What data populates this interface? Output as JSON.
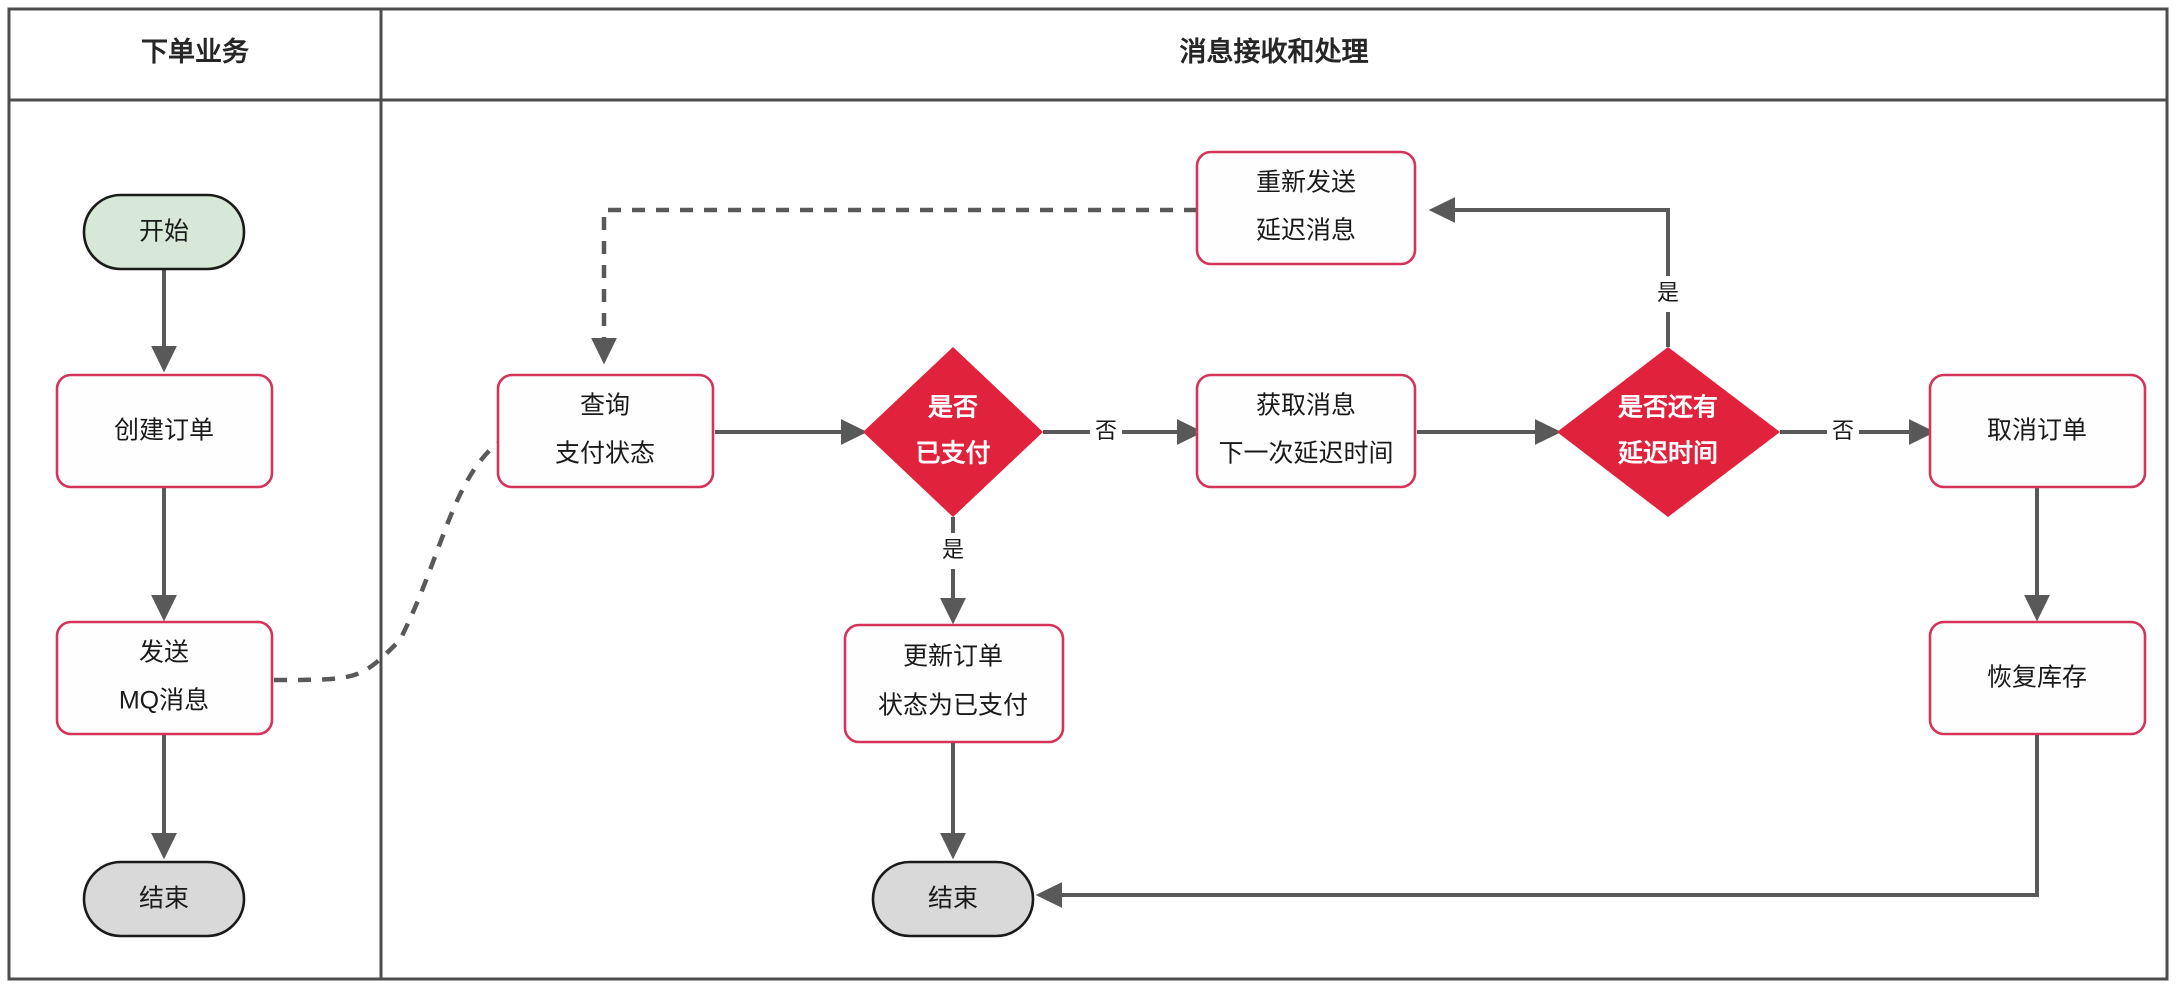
{
  "diagram": {
    "title_lane_left": "下单业务",
    "title_lane_right": "消息接收和处理",
    "colors": {
      "decision_fill": "#e0223c",
      "process_border": "#d6335b",
      "start_fill": "#d8e8d8",
      "end_fill": "#d9d9d9",
      "edge": "#595959",
      "frame": "#4d4d4d"
    },
    "nodes": {
      "start": {
        "label": "开始",
        "shape": "terminal"
      },
      "create_order": {
        "label": "创建订单",
        "shape": "process"
      },
      "send_mq_line1": "发送",
      "send_mq_line2": "MQ消息",
      "end_left": {
        "label": "结束",
        "shape": "terminal"
      },
      "query_pay_line1": "查询",
      "query_pay_line2": "支付状态",
      "is_paid_line1": "是否",
      "is_paid_line2": "已支付",
      "resend_line1": "重新发送",
      "resend_line2": "延迟消息",
      "get_msg_line1": "获取消息",
      "get_msg_line2": "下一次延迟时间",
      "has_delay_line1": "是否还有",
      "has_delay_line2": "延迟时间",
      "cancel_order": {
        "label": "取消订单",
        "shape": "process"
      },
      "restore_stock": {
        "label": "恢复库存",
        "shape": "process"
      },
      "update_order_line1": "更新订单",
      "update_order_line2": "状态为已支付",
      "end_right": {
        "label": "结束",
        "shape": "terminal"
      }
    },
    "edge_labels": {
      "is_paid_no": "否",
      "is_paid_yes": "是",
      "has_delay_no": "否",
      "has_delay_yes": "是"
    }
  }
}
